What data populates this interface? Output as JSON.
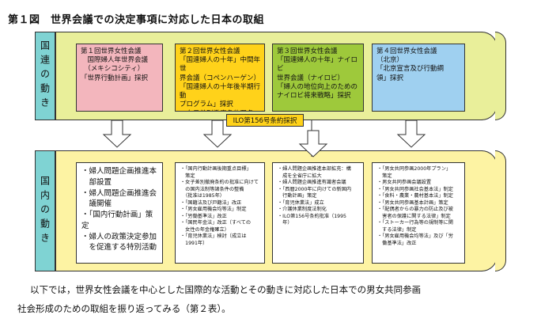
{
  "figure": {
    "title": "第１図　世界会議での決定事項に対応した日本の取組"
  },
  "side_labels": {
    "international": "国連の動き",
    "domestic": "国内の動き"
  },
  "international_boxes": [
    {
      "text": "第１回世界女性会議\n　国際婦人年世界会議\n　（メキシコシティ）\n「世界行動計画」採択",
      "color": "pink"
    },
    {
      "text": "第２回世界女性会議\n「国連婦人の十年」中間年世\n界会議（コペンハーゲン）\n「国連婦人の十年後半期行動\nプログラム」採択\n・女子差別撤廃条約署名",
      "color": "yellow"
    },
    {
      "text": "第３回世界女性会議\n「国連婦人の十年」ナイロビ\n世界会議（ナイロビ）\n「婦人の地位向上のための\nナイロビ将来戦略」採択",
      "color": "green"
    },
    {
      "text": "第４回世界女性会議\n（北京）\n「北京宣言及び行動綱\n領」採択",
      "color": "blue"
    }
  ],
  "ilo_label": "ILO第156号条約採択",
  "domestic_boxes": [
    [
      "・婦人問題企画推進本",
      "　部設置",
      "・婦人問題企画推進会",
      "　議開催",
      "・「国内行動計画」策定",
      "・婦人の政策決定参加",
      "　を促進する特別活動"
    ],
    [
      "・「国内行動計画後期重点目標」",
      "　策定",
      "・女子差別撤廃条約の批准に向けて",
      "　の国内法制等諸条件の整備",
      "　（批准は1985年）",
      "・「国籍法及び戸籍法」改正",
      "・「男女雇用機会均等法」制定",
      "・「労働基準法」改正",
      "・「国民年金法」改正（すべての",
      "　女性の年金権確立）",
      "・「育児休業法」検討（成立は",
      "　1991年）"
    ],
    [
      "・婦人問題企画推進本部拡充：構",
      "　成を全省庁に拡大",
      "・婦人問題企画推進有識者会議",
      "・「西暦2000年に向けての新国内",
      "　行動計画」策定",
      "・「育児休業法」成立",
      "・介護休業制度法制化",
      "・ILO第156号条約批准（1995",
      "　年）"
    ],
    [
      "・「男女共同参画2000年プラン」",
      "　策定",
      "・男女共同参画会議設置",
      "・「男女共同参画社会基本法」制定",
      "・「食料・農業・農村基本法」制定",
      "・「男女共同参画基本計画」策定",
      "・「配偶者からの暴力の防止及び被",
      "　害者の保護に関する法律」制定",
      "・「ストーカー行為等の規制等に関",
      "　する法律」制定",
      "・「男女雇用機会均等法」及び「労",
      "　働基準法」改正"
    ]
  ],
  "paragraph": {
    "line1": "以下では，世界女性会議を中心とした国際的な活動とその動きに対応した日本での男女共同参画",
    "line2": "社会形成のための取組を振り返ってみる（第２表）。"
  }
}
